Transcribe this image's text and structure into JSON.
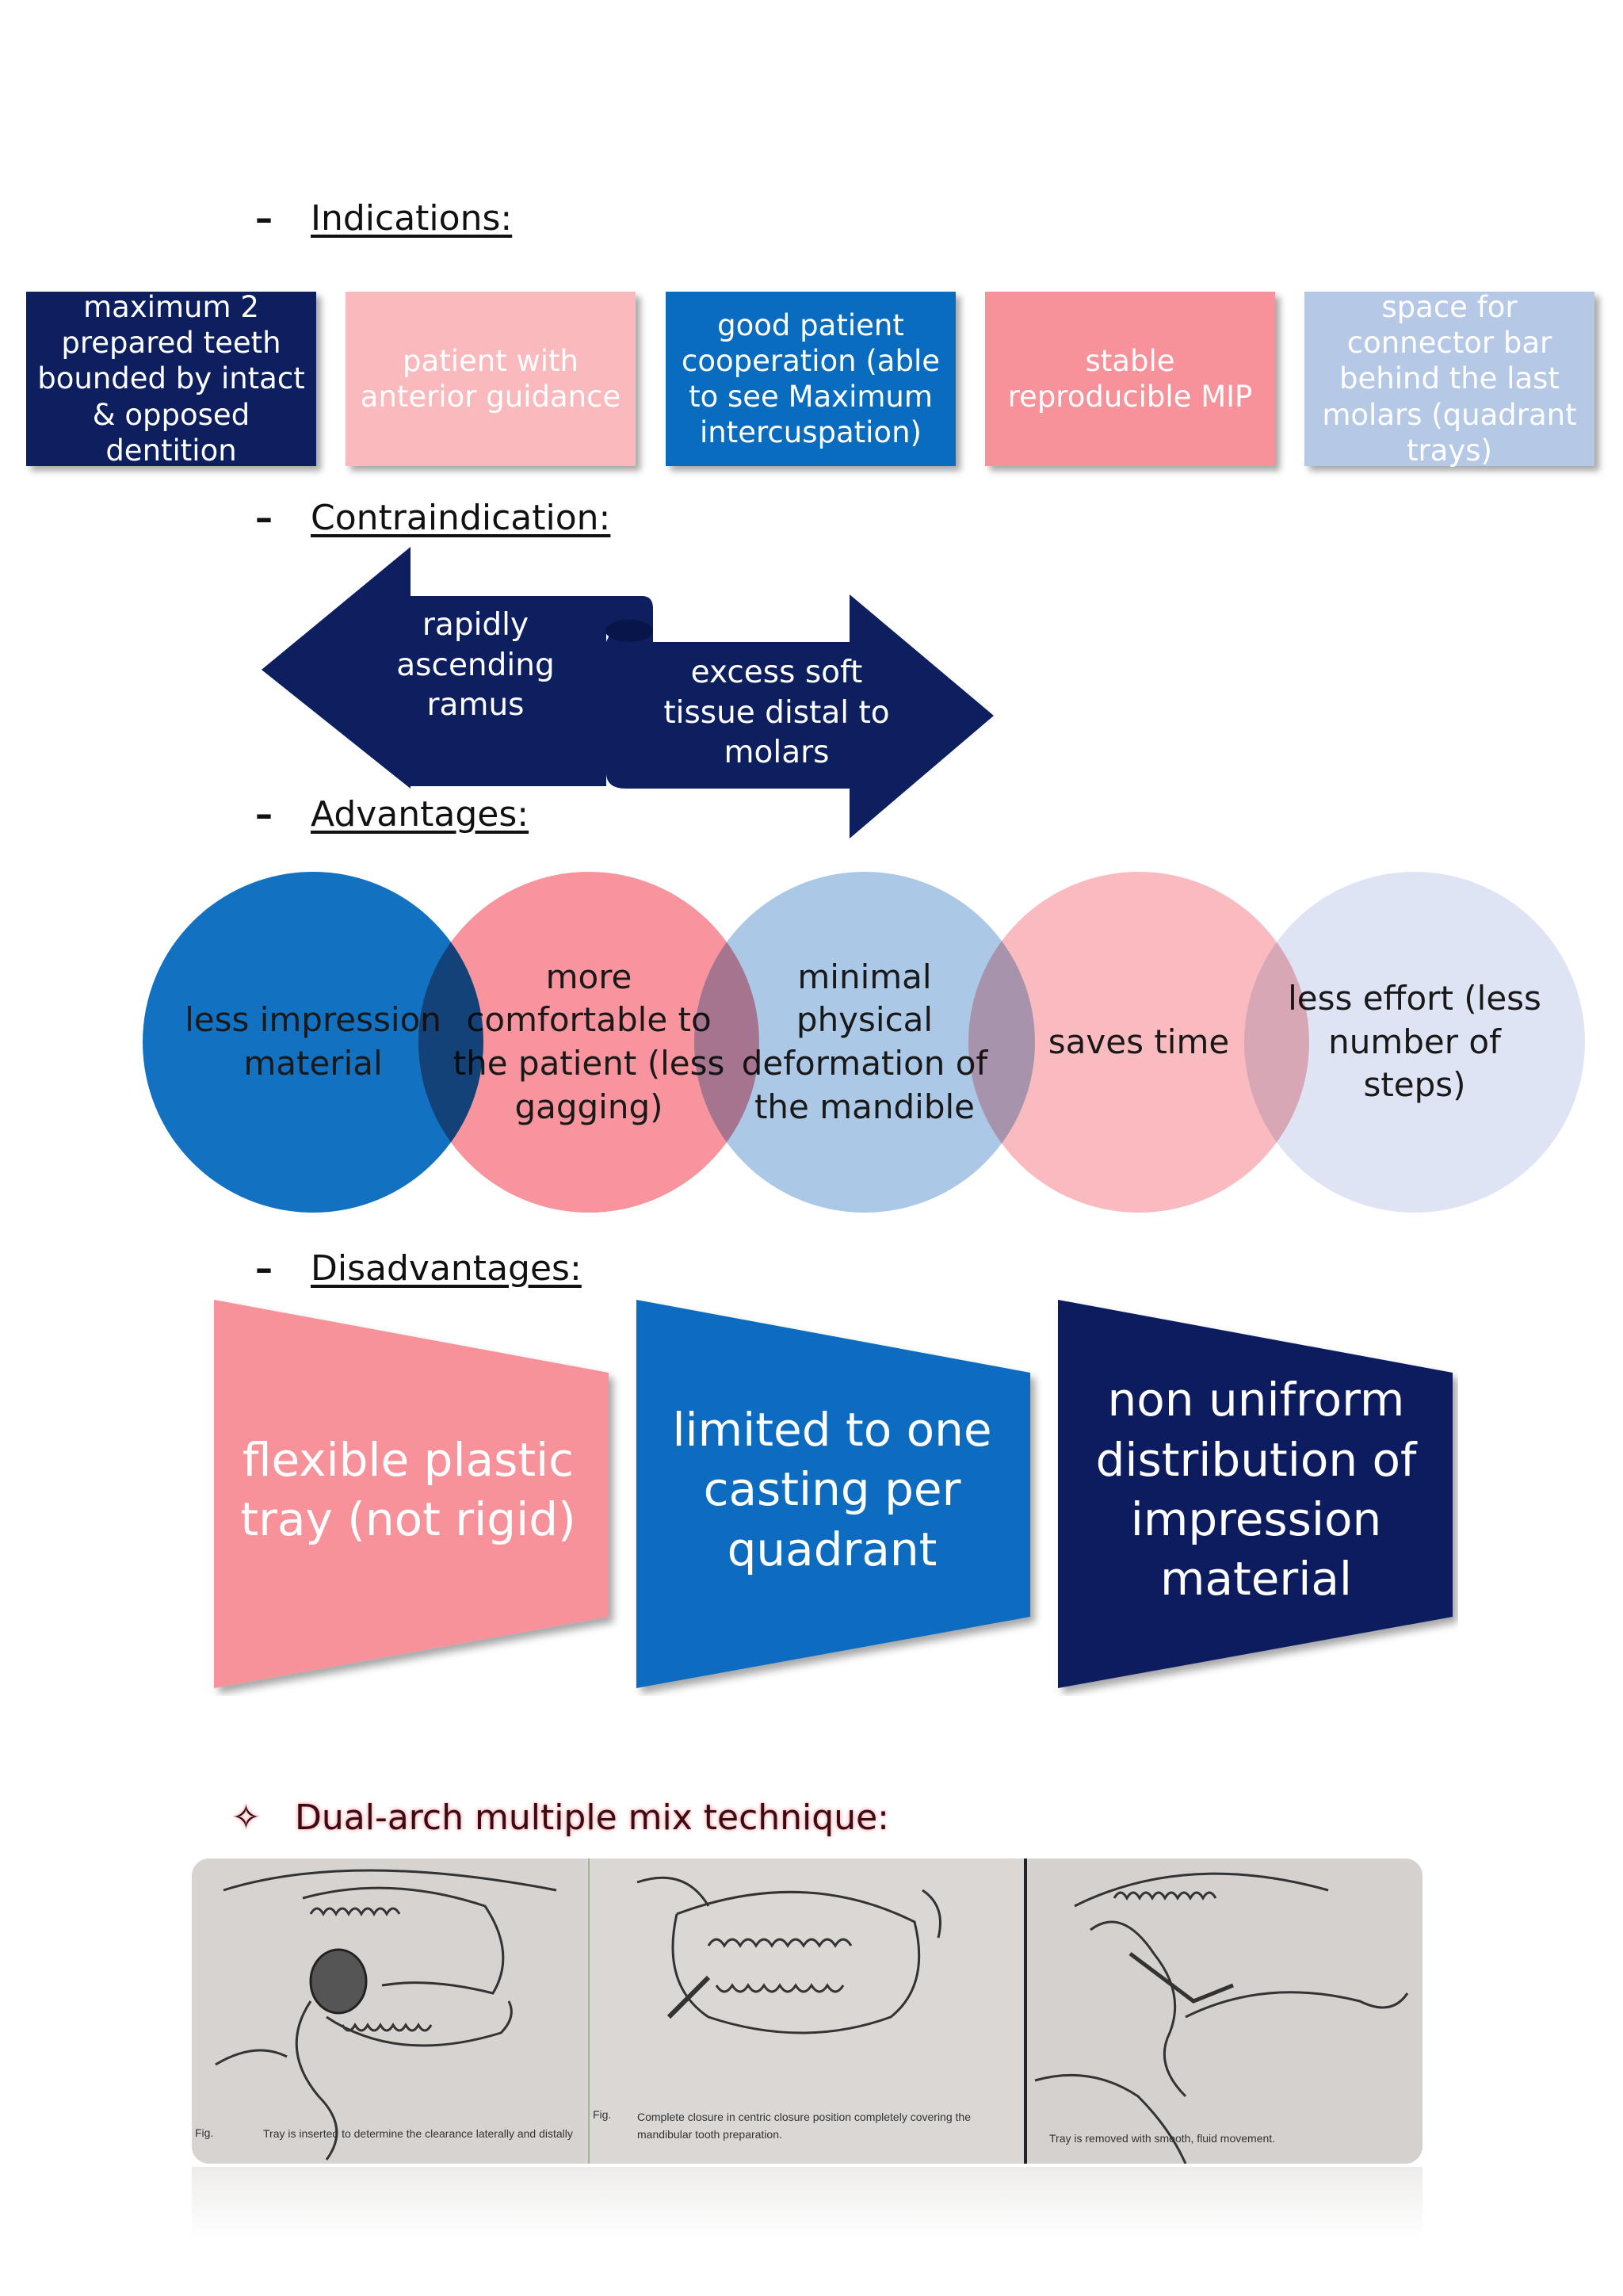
{
  "sections": {
    "indications": "Indications:",
    "contraindication": "Contraindication:",
    "advantages": "Advantages:",
    "disadvantages": "Disadvantages:"
  },
  "dash": "–",
  "indications": [
    {
      "text": "maximum 2 prepared teeth bounded by intact & opposed dentition",
      "bg": "#0d1f5e",
      "color": "#ffffff"
    },
    {
      "text": "patient with anterior guidance",
      "bg": "#f9b9bd",
      "color": "#ffffff"
    },
    {
      "text": "good patient cooperation (able to see Maximum intercuspation)",
      "bg": "#0a6cbf",
      "color": "#ffffff"
    },
    {
      "text": "stable reproducible MIP",
      "bg": "#f7919a",
      "color": "#ffffff"
    },
    {
      "text": "space for connector bar behind the last molars (quadrant trays)",
      "bg": "#b5c8e6",
      "color": "#ffffff"
    }
  ],
  "contraindications": {
    "left": "rapidly ascending ramus",
    "right": "excess soft tissue distal to molars",
    "color": "#0d1f5e"
  },
  "advantages": [
    {
      "text": "less impression material",
      "bg": "#0a6cbf"
    },
    {
      "text": "more comfortable to the patient (less gagging)",
      "bg": "#f7919a"
    },
    {
      "text": "minimal physical deformation of the mandible",
      "bg": "#a8c6e6"
    },
    {
      "text": "saves time",
      "bg": "#f9b9bd"
    },
    {
      "text": "less effort (less number of steps)",
      "bg": "#dde4f3"
    }
  ],
  "disadvantages": [
    {
      "text": "flexible plastic tray (not rigid)",
      "bg": "#f7919a"
    },
    {
      "text": "limited to one casting per quadrant",
      "bg": "#0a6cbf"
    },
    {
      "text": "non unifrorm distribution of impression material",
      "bg": "#0d1f5e"
    }
  ],
  "technique": {
    "icon": "✧",
    "title": "Dual-arch multiple mix technique:"
  },
  "figures": [
    {
      "label": "Fig.",
      "caption": "Tray is inserted to determine the clearance laterally and distally"
    },
    {
      "label": "Fig.",
      "caption": "Complete closure in centric closure position completely covering the mandibular tooth preparation."
    },
    {
      "label": "",
      "caption": "Tray is removed with smooth, fluid movement."
    }
  ]
}
